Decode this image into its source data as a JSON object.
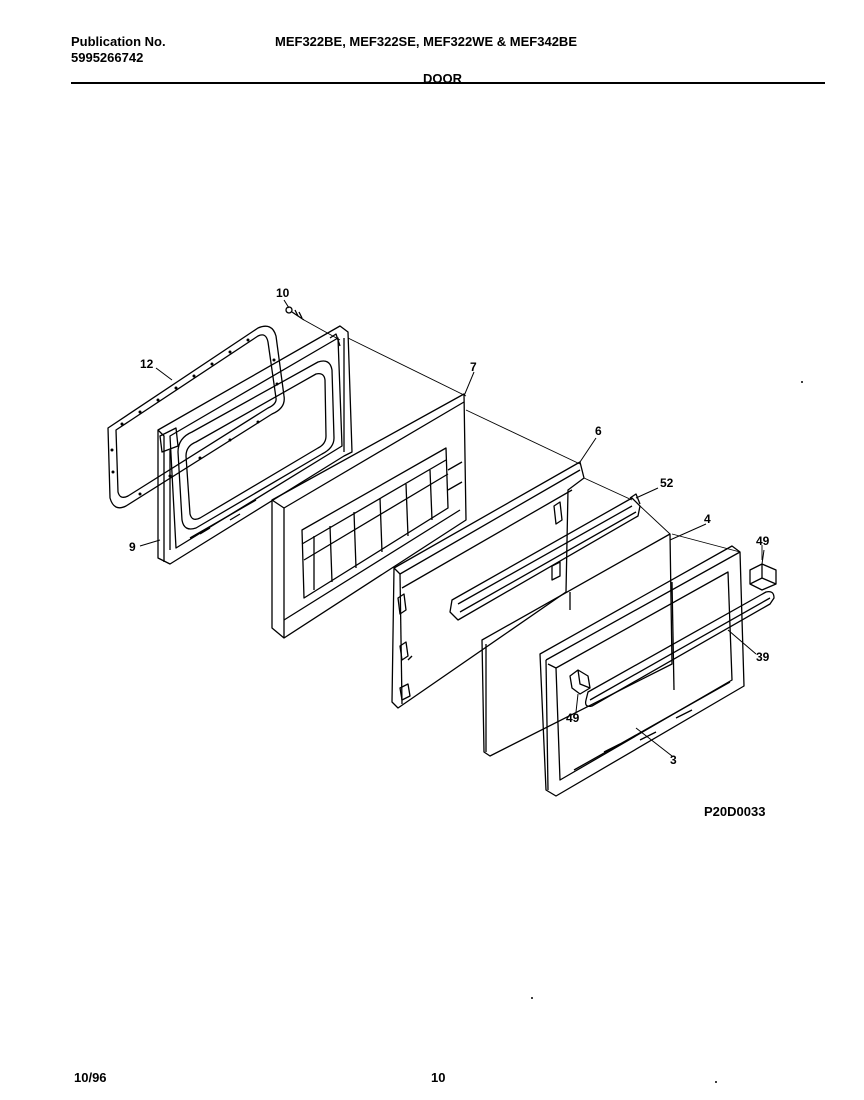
{
  "header": {
    "publication_label": "Publication No.",
    "publication_number": "5995266742",
    "models": "MEF322BE, MEF322SE, MEF322WE & MEF342BE",
    "section_title": "DOOR"
  },
  "diagram": {
    "drawing_id": "P20D0033",
    "callouts": [
      "10",
      "12",
      "9",
      "7",
      "6",
      "52",
      "4",
      "49",
      "39",
      "49",
      "3"
    ]
  },
  "footer": {
    "date": "10/96",
    "page_number": "10"
  }
}
